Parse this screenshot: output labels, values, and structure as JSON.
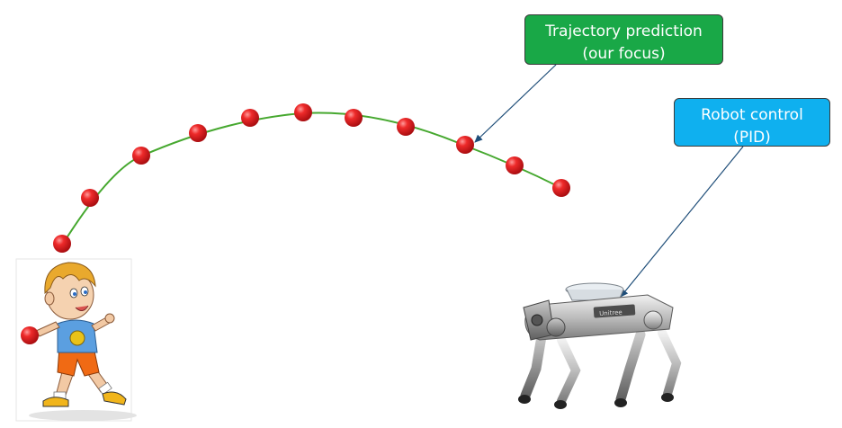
{
  "callouts": {
    "trajectory": {
      "line1": "Trajectory prediction",
      "line2": "(our focus)",
      "color": "#19a847"
    },
    "robot": {
      "line1": "Robot control",
      "line2": "(PID)",
      "color": "#0fb0ef"
    }
  },
  "trajectory": {
    "ball_count": 11,
    "ball_color": "#e3151a",
    "curve_color": "#46a82f"
  },
  "robot_label": "Unitree",
  "arrow_color": "#1f4e79"
}
